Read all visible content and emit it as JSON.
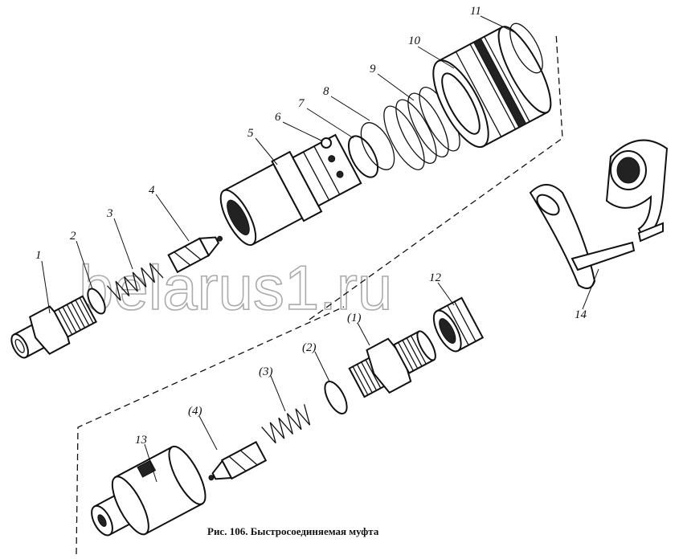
{
  "figure": {
    "caption": "Рис. 106. Быстросоединяемая муфта",
    "watermark": "belarus1.ru",
    "labels": {
      "l1": "1",
      "l2": "2",
      "l3": "3",
      "l4": "4",
      "l5": "5",
      "l6": "6",
      "l7": "7",
      "l8": "8",
      "l9": "9",
      "l10": "10",
      "l11": "11",
      "l12": "12",
      "l13": "13",
      "l14": "14",
      "p1": "(1)",
      "p2": "(2)",
      "p3": "(3)",
      "p4": "(4)"
    }
  }
}
